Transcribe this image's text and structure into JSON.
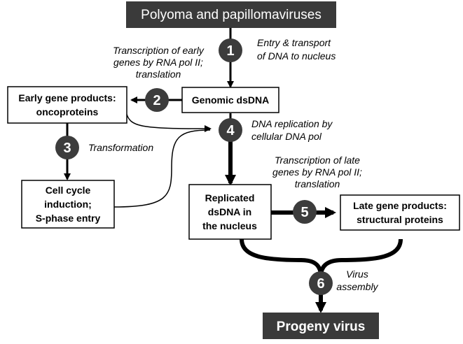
{
  "title": "Polyoma and papillomaviruses",
  "boxes": {
    "genomic": "Genomic dsDNA",
    "early": [
      "Early gene products:",
      "oncoproteins"
    ],
    "cellcycle": [
      "Cell cycle",
      "induction;",
      "S-phase entry"
    ],
    "replicated": [
      "Replicated",
      "dsDNA  in",
      "the nucleus"
    ],
    "late": [
      "Late gene products:",
      "structural proteins"
    ],
    "progeny": "Progeny virus"
  },
  "steps": [
    "1",
    "2",
    "3",
    "4",
    "5",
    "6"
  ],
  "notes": {
    "entry": [
      "Entry & transport",
      "of DNA to nucleus"
    ],
    "early_tx": [
      "Transcription of early",
      "genes by RNA pol II;",
      "translation"
    ],
    "transformation": "Transformation",
    "dna_rep": [
      "DNA replication by",
      "cellular DNA pol"
    ],
    "late_tx": [
      "Transcription of late",
      "genes by RNA pol II;",
      "translation"
    ],
    "assembly": [
      "Virus",
      "assembly"
    ]
  },
  "colors": {
    "dark_box": "#3a3a3a",
    "circle": "#3c3c3c",
    "line": "#000000"
  }
}
